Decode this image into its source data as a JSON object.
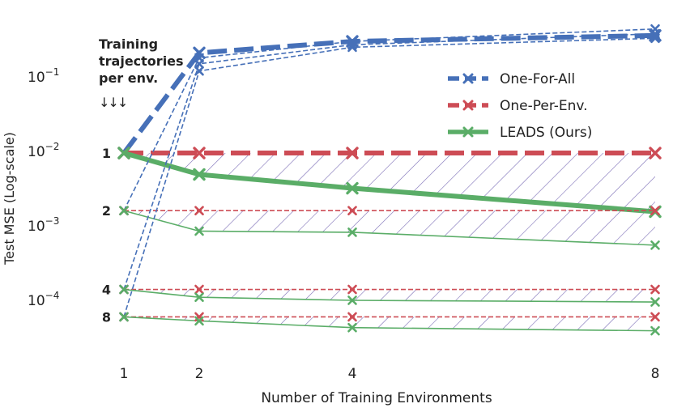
{
  "chart_data": {
    "type": "line",
    "xlabel": "Number of Training Environments",
    "ylabel": "Test MSE (Log-scale)",
    "yscale": "log",
    "ylim": [
      2e-05,
      0.5
    ],
    "xticks": [
      1,
      2,
      4,
      8
    ],
    "xtick_labels": [
      "1",
      "2",
      "4",
      "8"
    ],
    "yticks": [
      0.1,
      0.01,
      0.001,
      0.0001
    ],
    "ytick_labels": [
      {
        "base": "10",
        "exp": "−1"
      },
      {
        "base": "10",
        "exp": "−2"
      },
      {
        "base": "10",
        "exp": "−3"
      },
      {
        "base": "10",
        "exp": "−4"
      }
    ],
    "annotation": {
      "lines": [
        "Training",
        "trajectories",
        "per env."
      ],
      "arrows": "↓↓↓",
      "group_labels": [
        "1",
        "2",
        "4",
        "8"
      ]
    },
    "legend": {
      "placement": "right",
      "entries": [
        "One-For-All",
        "One-Per-Env.",
        "LEADS (Ours)"
      ]
    },
    "colors": {
      "one_for_all": "#4670b8",
      "one_per_env": "#cd4c55",
      "leads": "#5aad67",
      "hatch": "#6b5cad"
    },
    "groups": [
      {
        "trajectories": "1",
        "one_for_all": [
          {
            "x": 1,
            "y": 0.0095
          },
          {
            "x": 2,
            "y": 0.21
          },
          {
            "x": 4,
            "y": 0.3
          },
          {
            "x": 8,
            "y": 0.36
          }
        ],
        "one_per_env": [
          {
            "x": 1,
            "y": 0.0095
          },
          {
            "x": 2,
            "y": 0.0095
          },
          {
            "x": 4,
            "y": 0.0095
          },
          {
            "x": 8,
            "y": 0.0095
          }
        ],
        "leads": [
          {
            "x": 1,
            "y": 0.0095
          },
          {
            "x": 2,
            "y": 0.0049
          },
          {
            "x": 4,
            "y": 0.0032
          },
          {
            "x": 8,
            "y": 0.00155
          }
        ]
      },
      {
        "trajectories": "2",
        "one_for_all": [
          {
            "x": 1,
            "y": 0.0016
          },
          {
            "x": 2,
            "y": 0.18
          },
          {
            "x": 4,
            "y": 0.3
          },
          {
            "x": 8,
            "y": 0.44
          }
        ],
        "one_per_env": [
          {
            "x": 1,
            "y": 0.0016
          },
          {
            "x": 2,
            "y": 0.0016
          },
          {
            "x": 4,
            "y": 0.0016
          },
          {
            "x": 8,
            "y": 0.0016
          }
        ],
        "leads": [
          {
            "x": 1,
            "y": 0.0016
          },
          {
            "x": 2,
            "y": 0.00085
          },
          {
            "x": 4,
            "y": 0.00082
          },
          {
            "x": 8,
            "y": 0.00055
          }
        ]
      },
      {
        "trajectories": "4",
        "one_for_all": [
          {
            "x": 1,
            "y": 0.00014
          },
          {
            "x": 2,
            "y": 0.15
          },
          {
            "x": 4,
            "y": 0.27
          },
          {
            "x": 8,
            "y": 0.38
          }
        ],
        "one_per_env": [
          {
            "x": 1,
            "y": 0.00014
          },
          {
            "x": 2,
            "y": 0.00014
          },
          {
            "x": 4,
            "y": 0.00014
          },
          {
            "x": 8,
            "y": 0.00014
          }
        ],
        "leads": [
          {
            "x": 1,
            "y": 0.00014
          },
          {
            "x": 2,
            "y": 0.00011
          },
          {
            "x": 4,
            "y": 0.0001
          },
          {
            "x": 8,
            "y": 9.5e-05
          }
        ]
      },
      {
        "trajectories": "8",
        "one_for_all": [
          {
            "x": 1,
            "y": 6e-05
          },
          {
            "x": 2,
            "y": 0.12
          },
          {
            "x": 4,
            "y": 0.25
          },
          {
            "x": 8,
            "y": 0.33
          }
        ],
        "one_per_env": [
          {
            "x": 1,
            "y": 6e-05
          },
          {
            "x": 2,
            "y": 6e-05
          },
          {
            "x": 4,
            "y": 6e-05
          },
          {
            "x": 8,
            "y": 6e-05
          }
        ],
        "leads": [
          {
            "x": 1,
            "y": 6e-05
          },
          {
            "x": 2,
            "y": 5.3e-05
          },
          {
            "x": 4,
            "y": 4.3e-05
          },
          {
            "x": 8,
            "y": 3.9e-05
          }
        ]
      }
    ]
  }
}
